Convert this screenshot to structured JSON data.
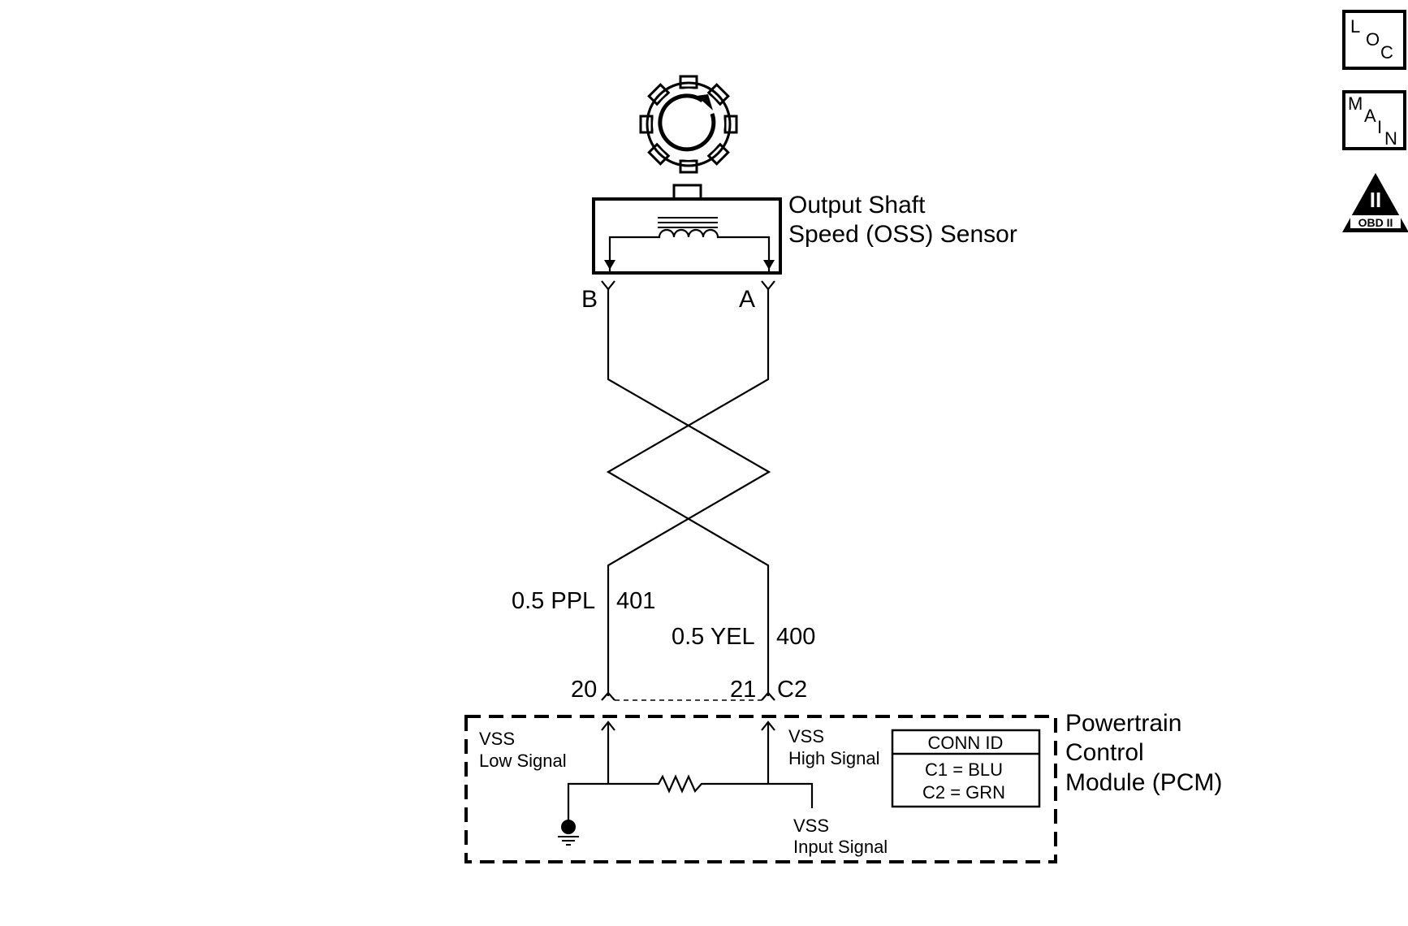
{
  "sensor": {
    "name_line1": "Output Shaft",
    "name_line2": "Speed (OSS) Sensor",
    "pin_b": "B",
    "pin_a": "A"
  },
  "wires": {
    "left_gauge_color": "0.5 PPL",
    "left_circuit": "401",
    "right_gauge_color": "0.5 YEL",
    "right_circuit": "400"
  },
  "pcm_connector": {
    "pin_left": "20",
    "pin_right": "21",
    "connector": "C2"
  },
  "pcm": {
    "name_line1": "Powertrain",
    "name_line2": "Control",
    "name_line3": "Module (PCM)",
    "low_signal_line1": "VSS",
    "low_signal_line2": "Low Signal",
    "high_signal_line1": "VSS",
    "high_signal_line2": "High Signal",
    "input_signal_line1": "VSS",
    "input_signal_line2": "Input Signal"
  },
  "conn_id": {
    "header": "CONN ID",
    "row1": "C1 = BLU",
    "row2": "C2 = GRN"
  },
  "side_icons": {
    "loc": [
      "L",
      "O",
      "C"
    ],
    "main": [
      "M",
      "A",
      "I",
      "N"
    ],
    "obd_numeral": "II",
    "obd_label": "OBD II",
    "icon_names": [
      "location-icon",
      "main-icon",
      "obd-ii-icon"
    ]
  }
}
